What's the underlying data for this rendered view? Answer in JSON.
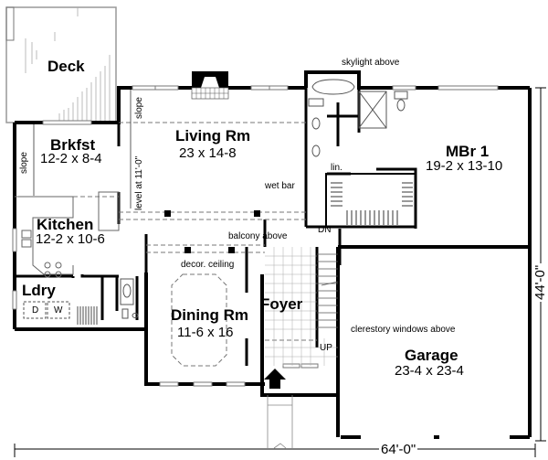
{
  "plan": {
    "rooms": [
      {
        "name": "Deck",
        "dims": ""
      },
      {
        "name": "Brkfst",
        "dims": "12-2 x 8-4"
      },
      {
        "name": "Living Rm",
        "dims": "23 x 14-8"
      },
      {
        "name": "MBr 1",
        "dims": "19-2 x 13-10"
      },
      {
        "name": "Kitchen",
        "dims": "12-2 x 10-6"
      },
      {
        "name": "Ldry",
        "dims": ""
      },
      {
        "name": "Dining Rm",
        "dims": "11-6 x 16"
      },
      {
        "name": "Foyer",
        "dims": ""
      },
      {
        "name": "Garage",
        "dims": "23-4 x 23-4"
      }
    ],
    "notes": {
      "skylight": "skylight above",
      "wet_bar": "wet bar",
      "linen": "lin.",
      "balcony": "balcony above",
      "decor_ceiling": "decor. ceiling",
      "clerestory": "clerestory windows above",
      "stairs_down": "DN",
      "stairs_up": "UP",
      "slope_left": "slope",
      "slope_living": "slope",
      "level": "level at 11'-0\"",
      "dryer": "D",
      "washer": "W"
    },
    "dimensions": {
      "width": "64'-0\"",
      "depth": "44'-0\""
    }
  }
}
